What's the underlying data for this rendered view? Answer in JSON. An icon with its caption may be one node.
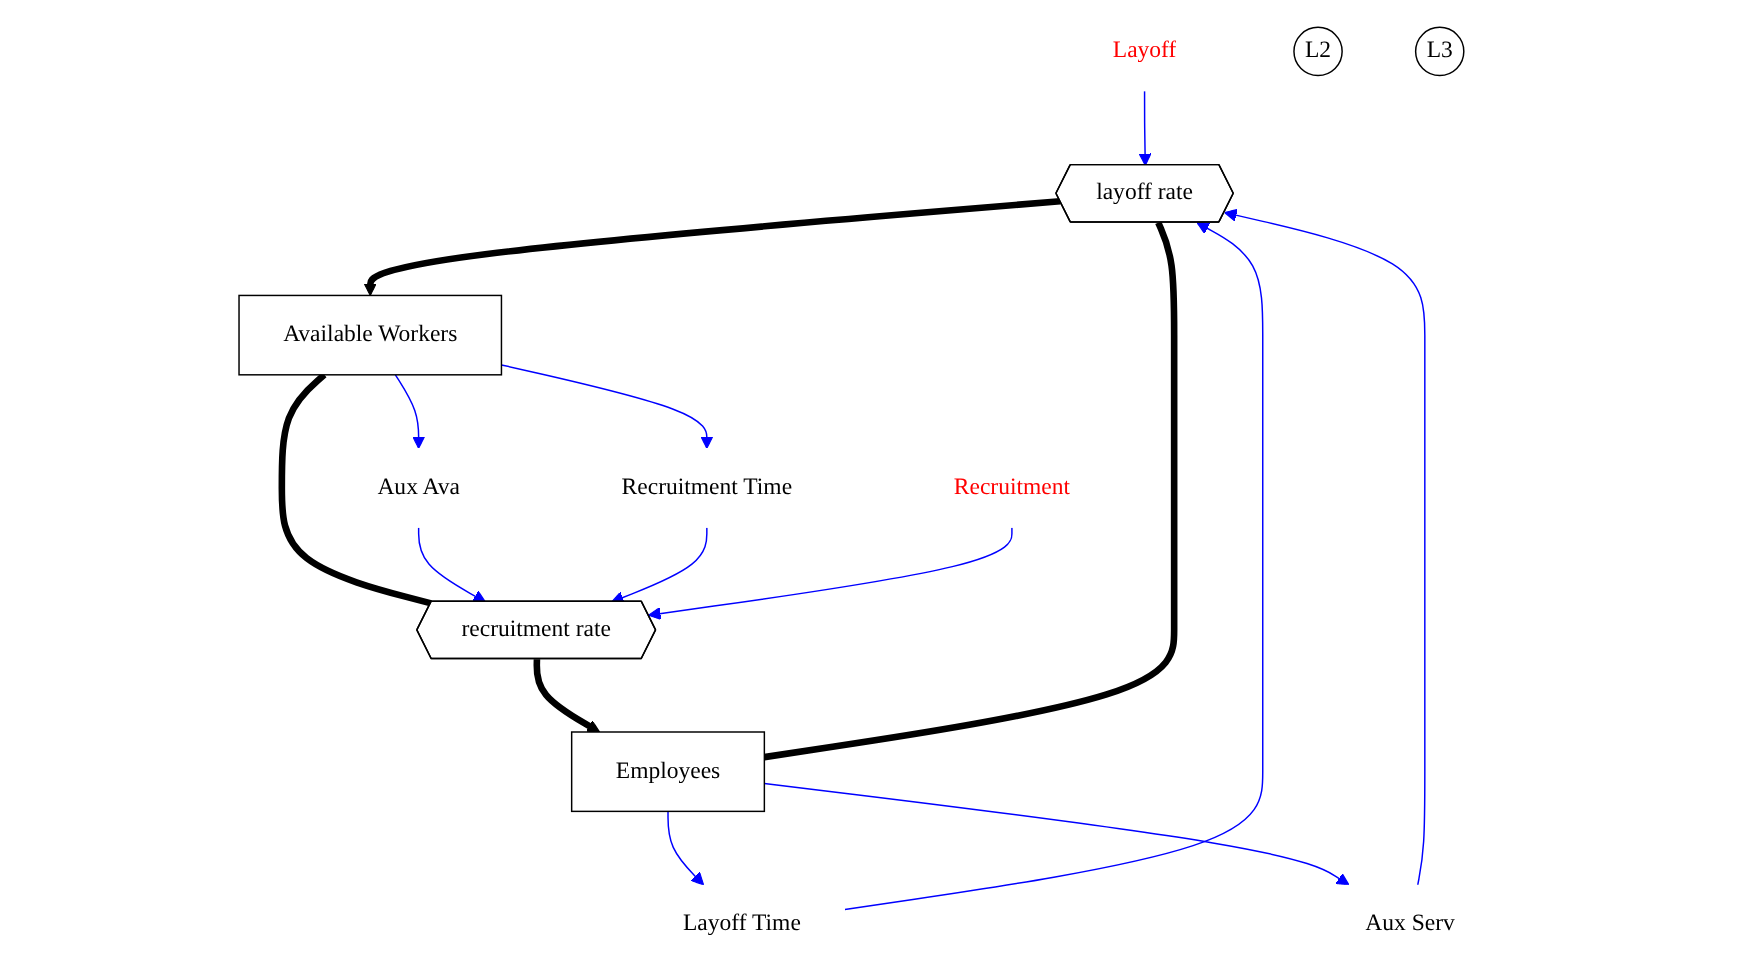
{
  "diagram": {
    "nodes": [
      {
        "text": [
          "Layoff"
        ]
      },
      {
        "text": [
          "layoff rate"
        ]
      },
      {
        "text": [
          "Aux Serv"
        ]
      },
      {
        "text": [
          "L2"
        ]
      },
      {
        "text": [
          "Layoff Time"
        ]
      },
      {
        "text": [
          "Available Workers"
        ]
      },
      {
        "text": [
          "recruitment rate"
        ]
      },
      {
        "text": [
          "Employees"
        ]
      },
      {
        "text": [
          "Aux Ava"
        ]
      },
      {
        "text": [
          "L3"
        ]
      },
      {
        "text": [
          "Recruitment Time"
        ]
      },
      {
        "text": [
          "Recruitment"
        ]
      }
    ],
    "edges": [
      {
        "from": 0,
        "to": 1,
        "arrow": "to"
      },
      {
        "from": 2,
        "to": 1,
        "arrow": "to"
      },
      {
        "from": 4,
        "to": 1,
        "arrow": "to"
      },
      {
        "from": 7,
        "to": 4,
        "arrow": "to"
      },
      {
        "from": 7,
        "to": 2,
        "arrow": "to"
      },
      {
        "from": 7,
        "to": 1,
        "arrow": "none",
        "style": "thick",
        "color": "#000000"
      },
      {
        "from": 1,
        "to": 5,
        "arrow": "to",
        "style": "thick",
        "color": "#000000"
      },
      {
        "from": 5,
        "to": 6,
        "arrow": "none",
        "style": "thick",
        "color": "#000000"
      },
      {
        "from": 6,
        "to": 7,
        "arrow": "to",
        "style": "thick",
        "color": "#000000"
      },
      {
        "from": 5,
        "to": 8,
        "arrow": "to"
      },
      {
        "from": 8,
        "to": 6,
        "arrow": "to"
      },
      {
        "from": 5,
        "to": 10,
        "arrow": "to"
      },
      {
        "from": 10,
        "to": 6,
        "arrow": "to"
      },
      {
        "from": 11,
        "to": 6,
        "arrow": "to"
      }
    ]
  }
}
